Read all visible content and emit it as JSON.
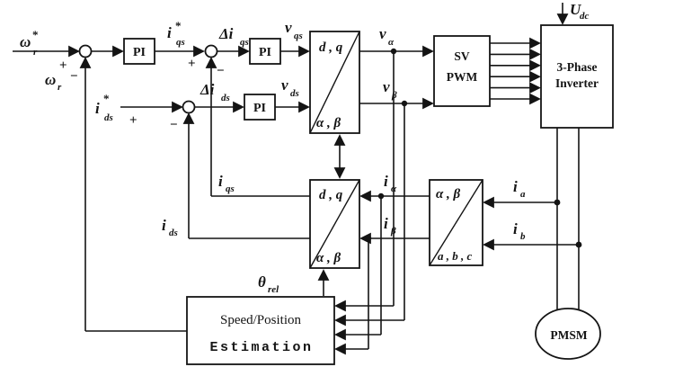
{
  "diagram": {
    "background": "#ffffff",
    "ink": "#141414",
    "signs": {
      "plus": "+",
      "minus": "−"
    },
    "labels": {
      "omega_ref": {
        "sym": "ω",
        "sup": "*",
        "sub": "r"
      },
      "omega_fb": {
        "sym": "ω",
        "sub": "r"
      },
      "iqs_ref": {
        "sym": "i",
        "sup": "*",
        "sub": "qs"
      },
      "delta_iqs": {
        "sym": "Δi",
        "sub": "qs"
      },
      "vqs": {
        "sym": "v",
        "sub": "qs"
      },
      "ids_ref": {
        "sym": "i",
        "sup": "*",
        "sub": "ds"
      },
      "delta_ids": {
        "sym": "Δi",
        "sub": "ds"
      },
      "vds": {
        "sym": "v",
        "sub": "ds"
      },
      "v_alpha": {
        "sym": "v",
        "sub": "α"
      },
      "v_beta": {
        "sym": "v",
        "sub": "β"
      },
      "i_alpha": {
        "sym": "i",
        "sub": "α"
      },
      "i_beta": {
        "sym": "i",
        "sub": "β"
      },
      "i_a": {
        "sym": "i",
        "sub": "a"
      },
      "i_b": {
        "sym": "i",
        "sub": "b"
      },
      "iqs_fb": {
        "sym": "i",
        "sub": "qs"
      },
      "ids_fb": {
        "sym": "i",
        "sub": "ds"
      },
      "theta_rel": {
        "sym": "θ",
        "sub": "rel"
      },
      "udc": {
        "sym": "U",
        "sub": "dc"
      }
    },
    "blocks": {
      "pi_speed": "PI",
      "pi_q": "PI",
      "pi_d": "PI",
      "svpwm": {
        "line1": "SV",
        "line2": "PWM"
      },
      "inverter": {
        "line1": "3-Phase",
        "line2": "Inverter"
      },
      "pmsm": "PMSM",
      "estimation": {
        "line1": "Speed/Position",
        "line2": "Estimation"
      },
      "dq_to_ab": {
        "top": "d , q",
        "bottom": "α , β"
      },
      "ab_to_dq": {
        "top": "d , q",
        "bottom": "α , β"
      },
      "clarke": {
        "top": "α , β",
        "bottom": "a , b , c"
      }
    }
  }
}
